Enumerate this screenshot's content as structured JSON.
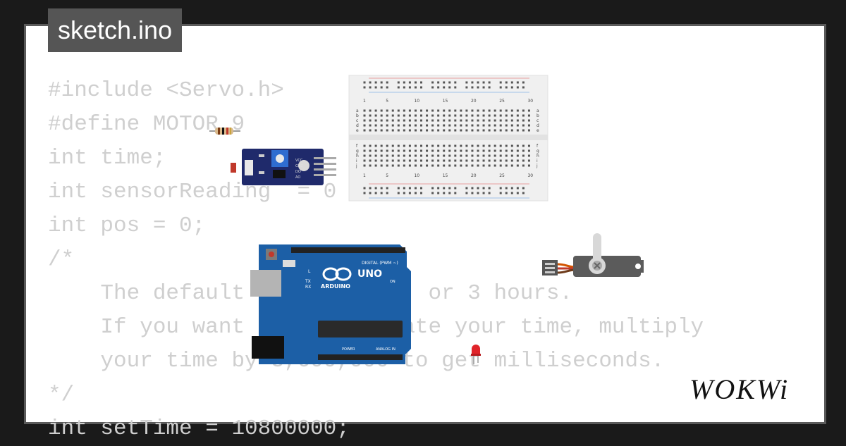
{
  "file": {
    "name": "sketch.ino"
  },
  "code_lines": [
    "#include <Servo.h>",
    "#define MOTOR 9",
    "int time;",
    "int sensorReading  = 0",
    "int pos = 0;",
    "/*",
    "    The default is 10800000, or 3 hours.",
    "    If you want to recalculate your time, multiply",
    "    your time by 3,600,000 to get milliseconds.",
    "*/",
    "int setTime = 10800000;"
  ],
  "board": {
    "brand": "ARDUINO",
    "model": "UNO",
    "digital_label": "DIGITAL (PWM ~)",
    "power_label": "POWER",
    "analog_label": "ANALOG IN",
    "pin_l": "L",
    "pin_tx": "TX",
    "pin_rx": "RX",
    "on_label": "ON"
  },
  "breadboard": {
    "col_numbers": [
      "1",
      "5",
      "10",
      "15",
      "20",
      "25",
      "30"
    ],
    "row_letters_top": [
      "a",
      "b",
      "c",
      "d",
      "e"
    ],
    "row_letters_bottom": [
      "f",
      "g",
      "h",
      "i",
      "j"
    ]
  },
  "sensor_module": {
    "pin_labels": [
      "VCC",
      "GND",
      "DO",
      "AO"
    ]
  },
  "brand_logo": {
    "text": "WOKWi"
  },
  "colors": {
    "code_text": "#cfcfcf",
    "tab_bg": "#555555",
    "board_blue": "#1c5fa6",
    "module_blue": "#1f2a6b",
    "led_red": "#e0242a",
    "servo_gray": "#5b5b5b"
  }
}
